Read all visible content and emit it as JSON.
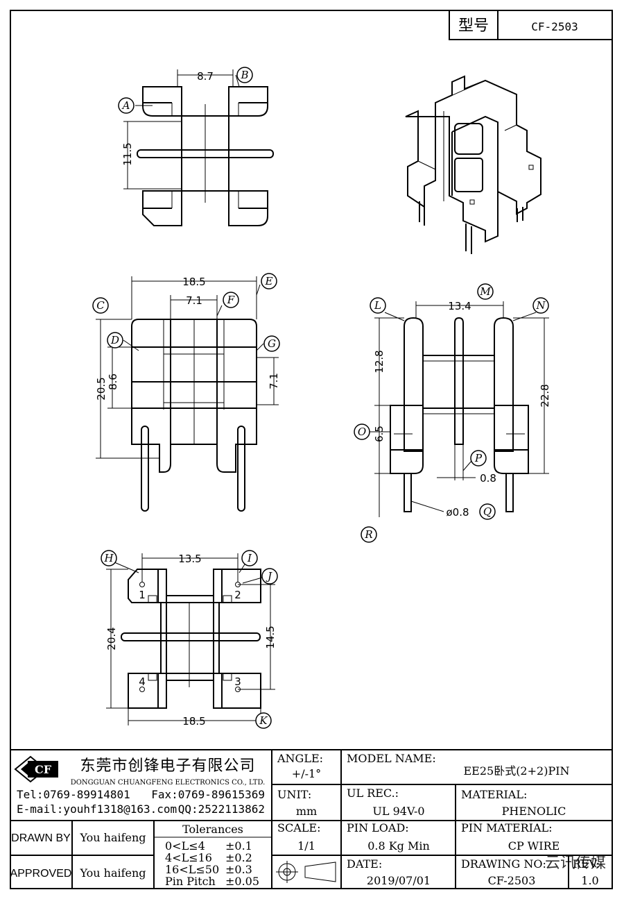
{
  "header": {
    "model_label": "型号",
    "model_number": "CF-2503"
  },
  "dimensions": {
    "top_width": "8.7",
    "top_height": "11.5",
    "front_width": "18.5",
    "front_inner_width": "7.1",
    "front_height": "20.5",
    "front_inner_height": "8.6",
    "front_window_height": "7.1",
    "side_pin_spacing": "13.4",
    "side_upper": "12.8",
    "side_total": "22.8",
    "side_lower": "6.5",
    "side_slot": "0.8",
    "pin_diameter": "ø0.8",
    "bottom_pin_spacing": "13.5",
    "bottom_height": "20.4",
    "bottom_inner": "14.5",
    "bottom_width": "18.5"
  },
  "callouts": [
    "A",
    "B",
    "C",
    "D",
    "E",
    "F",
    "G",
    "L",
    "M",
    "N",
    "O",
    "P",
    "Q",
    "R",
    "H",
    "I",
    "J",
    "K"
  ],
  "pin_numbers": [
    "1",
    "2",
    "3",
    "4"
  ],
  "company": {
    "logo_text": "CF",
    "name_cn": "东莞市创锋电子有限公司",
    "name_en": "DONGGUAN CHUANGFENG ELECTRONICS CO., LTD.",
    "tel": "Tel:0769-89914801",
    "fax": "Fax:0769-89615369",
    "email": "E-mail:youhf1318@163.com",
    "qq": "QQ:2522113862"
  },
  "title_block": {
    "angle_label": "ANGLE:",
    "angle_value": "+/-1°",
    "unit_label": "UNIT:",
    "unit_value": "mm",
    "scale_label": "SCALE:",
    "scale_value": "1/1",
    "model_name_label": "MODEL NAME:",
    "model_name_value": "EE25卧式(2+2)PIN",
    "ul_label": "UL REC.:",
    "ul_value": "UL 94V-0",
    "material_label": "MATERIAL:",
    "material_value": "PHENOLIC",
    "pin_load_label": "PIN LOAD:",
    "pin_load_value": "0.8 Kg Min",
    "pin_material_label": "PIN MATERIAL:",
    "pin_material_value": "CP WIRE",
    "date_label": "DATE:",
    "date_value": "2019/07/01",
    "drawing_no_label": "DRAWING NO:",
    "drawing_no_value": "CF-2503",
    "rev_label": "REV:",
    "rev_value": "1.0",
    "drawn_by_label": "DRAWN BY",
    "drawn_by_value": "You haifeng",
    "approved_label": "APPROVED",
    "approved_value": "You haifeng",
    "tolerances_label": "Tolerances",
    "tolerances": [
      {
        "range": "0<L≤4",
        "value": "±0.1"
      },
      {
        "range": "4<L≤16",
        "value": "±0.2"
      },
      {
        "range": "16<L≤50",
        "value": "±0.3"
      },
      {
        "range": "Pin Pitch",
        "value": "±0.05"
      }
    ]
  },
  "watermark": "云讯传媒"
}
